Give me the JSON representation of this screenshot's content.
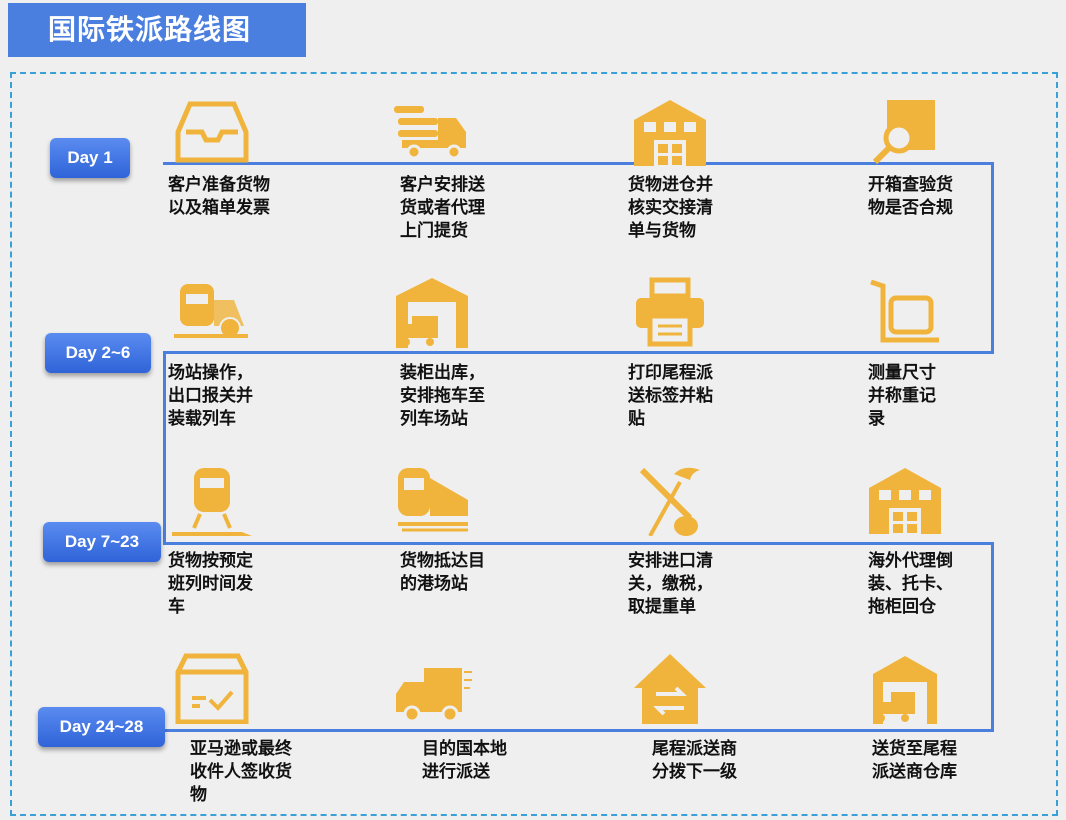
{
  "title": "国际铁派路线图",
  "accent": "#4a7fe0",
  "icon_color": "#f0b43c",
  "days": [
    "Day 1",
    "Day 2~6",
    "Day 7~23",
    "Day 24~28"
  ],
  "steps": [
    {
      "icon": "inbox-tray-icon",
      "label": " 客户准备货物\n以及箱单发票"
    },
    {
      "icon": "delivery-truck-icon",
      "label": "客户安排送\n货或者代理\n上门提货"
    },
    {
      "icon": "warehouse-icon",
      "label": "货物进仓并\n核实交接清\n单与货物"
    },
    {
      "icon": "box-inspect-icon",
      "label": "开箱查验货\n物是否合规"
    },
    {
      "icon": "station-train-icon",
      "label": "场站操作，\n出口报关并\n装载列车"
    },
    {
      "icon": "loading-warehouse-icon",
      "label": "装柜出库，\n安排拖车至\n列车场站"
    },
    {
      "icon": "printer-icon",
      "label": "打印尾程派\n送标签并粘\n贴"
    },
    {
      "icon": "hand-truck-scale-icon",
      "label": "测量尺寸\n并称重记\n录"
    },
    {
      "icon": "departing-train-icon",
      "label": "货物按预定\n班列时间发\n车"
    },
    {
      "icon": "arriving-train-icon",
      "label": "货物抵达目\n的港场站"
    },
    {
      "icon": "customs-icon",
      "label": "安排进口清\n关，缴税，\n取提重单"
    },
    {
      "icon": "warehouse-icon",
      "label": "海外代理倒\n装、托卡、\n拖柜回仓"
    },
    {
      "icon": "signed-box-icon",
      "label": "亚马逊或最终\n收件人签收货\n物"
    },
    {
      "icon": "local-delivery-van-icon",
      "label": "目的国本地\n进行派送"
    },
    {
      "icon": "distribution-house-icon",
      "label": "尾程派送商\n分拨下一级"
    },
    {
      "icon": "delivery-warehouse-icon",
      "label": "送货至尾程\n派送商仓库"
    }
  ]
}
